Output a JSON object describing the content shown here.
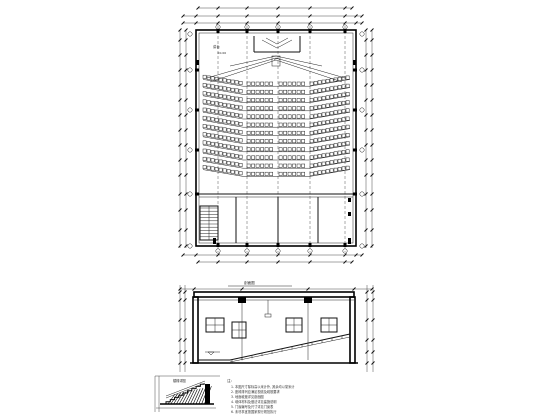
{
  "plan": {
    "podium_label": "讲台",
    "podium_sublabel": "±0.00"
  },
  "section": {
    "title": "剖面图"
  },
  "stair_detail": {
    "title": "楼梯详图"
  },
  "notes": {
    "heading": "注:",
    "lines": [
      "1. 本图尺寸除标高以米计外, 其余均以毫米计",
      "2. 座椅排列应满足视线及疏散要求",
      "3. 地面坡度详见剖面图",
      "4. 墙体材料及做法详见建施说明",
      "5. 门窗编号及尺寸详见门窗表",
      "6. 未尽事宜按国家现行规范执行"
    ]
  },
  "colors": {
    "line": "#111111",
    "background": "#ffffff"
  }
}
